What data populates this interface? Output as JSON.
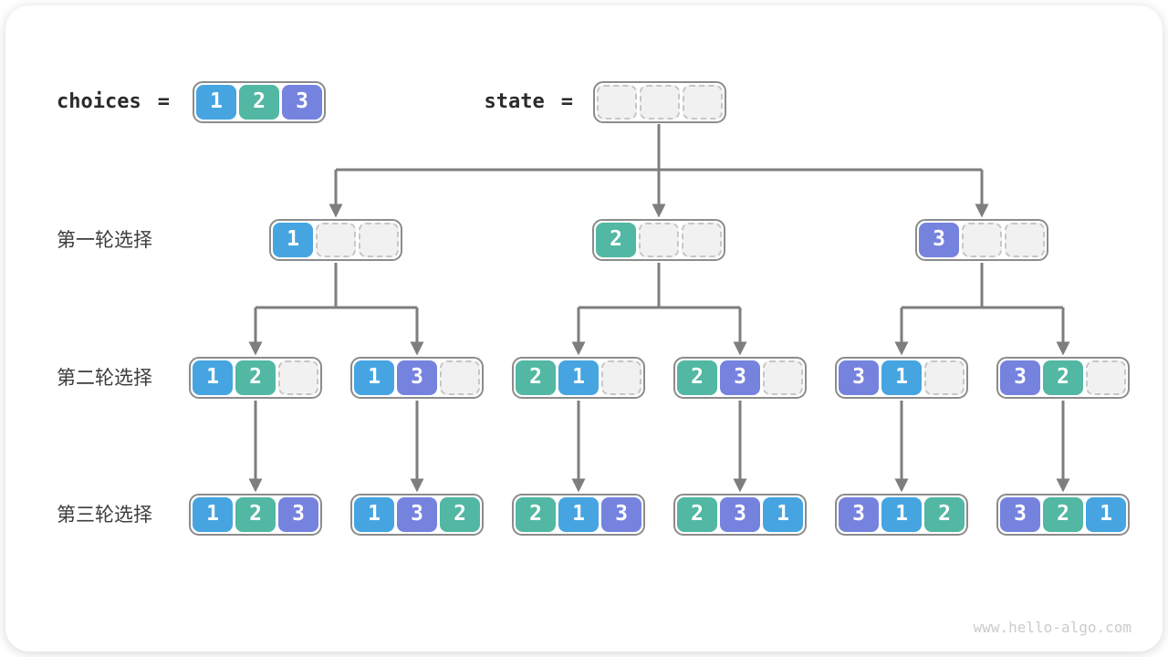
{
  "colors": {
    "blue": "#46A5E1",
    "teal": "#52B7A3",
    "purple": "#7683DE",
    "arrow": "#7E7E7E"
  },
  "value_colors": {
    "1": "blue",
    "2": "teal",
    "3": "purple"
  },
  "header": {
    "choices_label": "choices",
    "state_label": "state",
    "equals": "=",
    "choices": [
      1,
      2,
      3
    ],
    "state": [
      null,
      null,
      null
    ]
  },
  "rows": [
    {
      "label": "第一轮选择",
      "nodes": [
        [
          1,
          null,
          null
        ],
        [
          2,
          null,
          null
        ],
        [
          3,
          null,
          null
        ]
      ]
    },
    {
      "label": "第二轮选择",
      "nodes": [
        [
          1,
          2,
          null
        ],
        [
          1,
          3,
          null
        ],
        [
          2,
          1,
          null
        ],
        [
          2,
          3,
          null
        ],
        [
          3,
          1,
          null
        ],
        [
          3,
          2,
          null
        ]
      ]
    },
    {
      "label": "第三轮选择",
      "nodes": [
        [
          1,
          2,
          3
        ],
        [
          1,
          3,
          2
        ],
        [
          2,
          1,
          3
        ],
        [
          2,
          3,
          1
        ],
        [
          3,
          1,
          2
        ],
        [
          3,
          2,
          1
        ]
      ]
    }
  ],
  "watermark": "www.hello-algo.com"
}
